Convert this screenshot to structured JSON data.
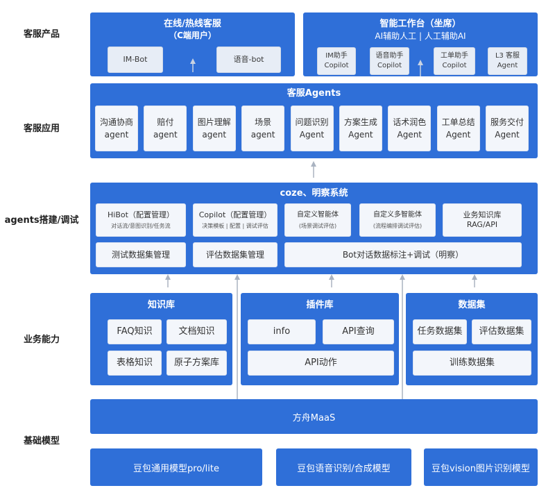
{
  "layer_labels": {
    "products": "客服产品",
    "applications": "客服应用",
    "agents_build": "agents搭建/调试",
    "capabilities": "业务能力",
    "models": "基础模型"
  },
  "products": {
    "online": {
      "title": "在线/热线客服",
      "subtitle": "（C端用户）",
      "items": [
        "IM-Bot",
        "语音-bot"
      ]
    },
    "workbench": {
      "title": "智能工作台（坐席）",
      "subtitle": "AI辅助人工 | 人工辅助AI",
      "items": [
        {
          "line1": "IM助手",
          "line2": "Copilot"
        },
        {
          "line1": "语音助手",
          "line2": "Copilot"
        },
        {
          "line1": "工单助手",
          "line2": "Copilot"
        },
        {
          "line1": "L3 客服",
          "line2": "Agent"
        }
      ]
    }
  },
  "agents": {
    "title": "客服Agents",
    "items": [
      {
        "line1": "沟通协商",
        "line2": "agent"
      },
      {
        "line1": "赔付",
        "line2": "agent"
      },
      {
        "line1": "图片理解",
        "line2": "agent"
      },
      {
        "line1": "场景",
        "line2": "agent"
      },
      {
        "line1": "问题识别",
        "line2": "Agent"
      },
      {
        "line1": "方案生成",
        "line2": "Agent"
      },
      {
        "line1": "话术润色",
        "line2": "Agent"
      },
      {
        "line1": "工单总结",
        "line2": "Agent"
      },
      {
        "line1": "服务交付",
        "line2": "Agent"
      }
    ]
  },
  "coze": {
    "title": "coze、明察系统",
    "top_row": [
      {
        "line1": "HiBot（配置管理）",
        "line2": "对话流/意图识别/任务流"
      },
      {
        "line1": "Copilot（配置管理）",
        "line2": "决策模板 | 配置 | 调试评估"
      },
      {
        "line1": "自定义智能体",
        "line2": "(场景调试评估)"
      },
      {
        "line1": "自定义多智能体",
        "line2": "(流程编排调试评估)"
      },
      {
        "line1": "业务知识库",
        "line2": "RAG/API"
      }
    ],
    "bottom_row": [
      "测试数据集管理",
      "评估数据集管理",
      "Bot对话数据标注+调试（明察）"
    ]
  },
  "knowledge": {
    "title": "知识库",
    "items": [
      "FAQ知识",
      "文档知识",
      "表格知识",
      "原子方案库"
    ]
  },
  "plugins": {
    "title": "插件库",
    "items": [
      "info",
      "API查询",
      "API动作"
    ]
  },
  "datasets": {
    "title": "数据集",
    "items": [
      "任务数据集",
      "评估数据集",
      "训练数据集"
    ]
  },
  "maas": {
    "label": "方舟MaaS"
  },
  "models": [
    "豆包通用模型pro/lite",
    "豆包语音识别/合成模型",
    "豆包vision图片识别模型"
  ],
  "colors": {
    "primary": "#2f6fd8",
    "card": "#f3f6fb",
    "arrow": "#aab3c1"
  }
}
